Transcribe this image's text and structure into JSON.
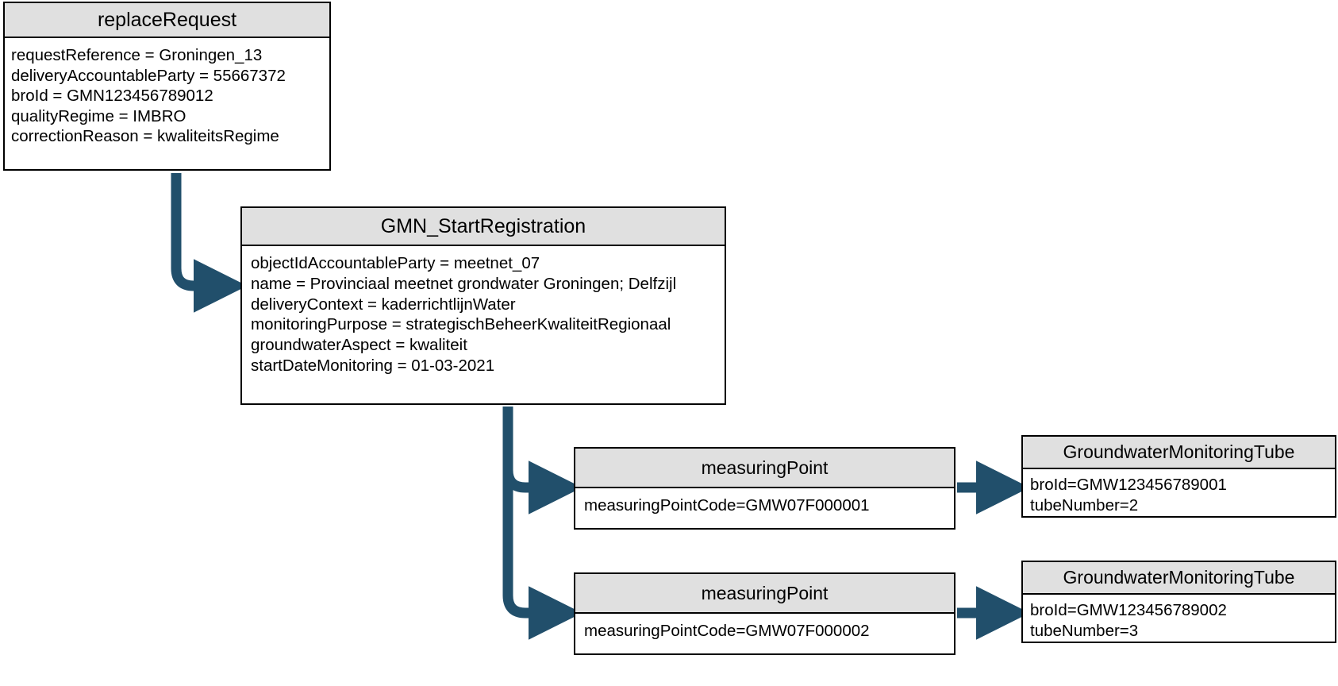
{
  "diagram": {
    "title": "GMN replaceRequest object diagram",
    "accent_color": "#214f6b",
    "header_fill": "#e0e0e0",
    "border_color": "#000000",
    "background": "#ffffff"
  },
  "boxes": {
    "replace_request": {
      "title": "replaceRequest",
      "attributes": [
        "requestReference = Groningen_13",
        "deliveryAccountableParty = 55667372",
        "broId = GMN123456789012",
        "qualityRegime = IMBRO",
        "correctionReason = kwaliteitsRegime"
      ]
    },
    "gmn_start_registration": {
      "title": "GMN_StartRegistration",
      "attributes": [
        "objectIdAccountableParty = meetnet_07",
        "name = Provinciaal meetnet grondwater Groningen; Delfzijl",
        "deliveryContext = kaderrichtlijnWater",
        "monitoringPurpose = strategischBeheerKwaliteitRegionaal",
        "groundwaterAspect = kwaliteit",
        "startDateMonitoring = 01-03-2021"
      ]
    },
    "measuring_point_1": {
      "title": "measuringPoint",
      "attributes": [
        "measuringPointCode=GMW07F000001"
      ]
    },
    "measuring_point_2": {
      "title": "measuringPoint",
      "attributes": [
        "measuringPointCode=GMW07F000002"
      ]
    },
    "gw_tube_1": {
      "title": "GroundwaterMonitoringTube",
      "attributes": [
        "broId=GMW123456789001",
        "tubeNumber=2"
      ]
    },
    "gw_tube_2": {
      "title": "GroundwaterMonitoringTube",
      "attributes": [
        "broId=GMW123456789002",
        "tubeNumber=3"
      ]
    }
  },
  "connectors": [
    {
      "name": "replace-request-to-gmn-start-registration",
      "from": "replace_request",
      "to": "gmn_start_registration",
      "style": "elbow-down-right"
    },
    {
      "name": "gmn-start-registration-to-measuring-point-1",
      "from": "gmn_start_registration",
      "to": "measuring_point_1",
      "style": "elbow-down-right"
    },
    {
      "name": "gmn-start-registration-to-measuring-point-2",
      "from": "gmn_start_registration",
      "to": "measuring_point_2",
      "style": "elbow-down-right"
    },
    {
      "name": "measuring-point-1-to-gw-tube-1",
      "from": "measuring_point_1",
      "to": "gw_tube_1",
      "style": "straight-right"
    },
    {
      "name": "measuring-point-2-to-gw-tube-2",
      "from": "measuring_point_2",
      "to": "gw_tube_2",
      "style": "straight-right"
    }
  ]
}
